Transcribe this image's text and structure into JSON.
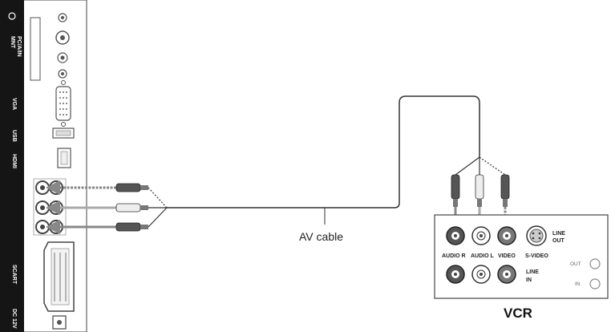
{
  "tv_panel": {
    "labels": [
      "MNT",
      "PC/A/IN",
      "VGA",
      "USB",
      "HDMI",
      "SCART",
      "DC 12V"
    ]
  },
  "cable": {
    "label": "AV cable"
  },
  "vcr": {
    "title": "VCR",
    "line_out_label_1": "LINE",
    "line_out_label_2": "OUT",
    "line_in_label_1": "LINE",
    "line_in_label_2": "IN",
    "jack_labels": [
      "AUDIO R",
      "AUDIO L",
      "VIDEO",
      "S-VIDEO"
    ],
    "out_label": "OUT",
    "in_label": "IN"
  },
  "colors": {
    "panel": "#151515",
    "jack_dark": "#444444",
    "cable": "#555555",
    "arrow": "#888888"
  }
}
